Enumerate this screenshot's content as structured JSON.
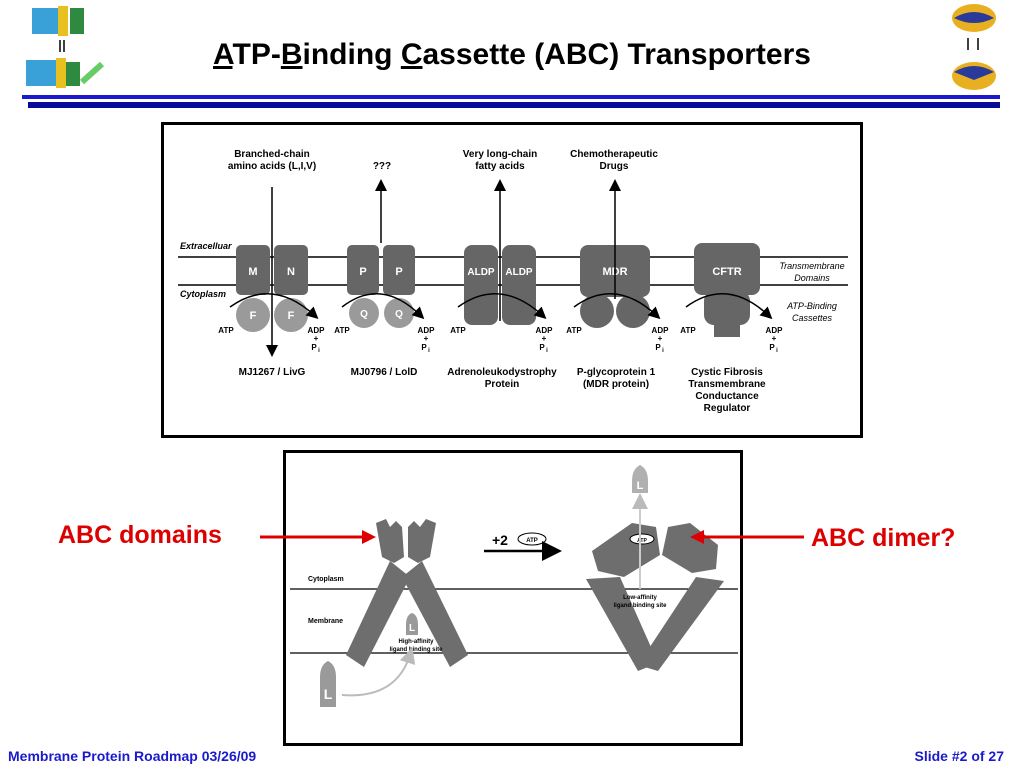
{
  "slide": {
    "title_a": "A",
    "title_tp": "TP-",
    "title_b": "B",
    "title_inding": "inding ",
    "title_c": "C",
    "title_rest": "assette (ABC) Transporters",
    "footer_left": "Membrane Protein Roadmap 03/26/09",
    "footer_right": "Slide #2 of 27",
    "callout_left": "ABC domains",
    "callout_right": "ABC dimer?"
  },
  "figure1": {
    "region_extracellular": "Extracelluar",
    "region_cytoplasm": "Cytoplasm",
    "label_tm": "Transmembrane",
    "label_domains": "Domains",
    "label_atpbinding": "ATP-Binding",
    "label_cassettes": "Cassettes",
    "atp": "ATP",
    "adp": "ADP",
    "plus": "+",
    "pi": "P",
    "pi_sub": "i",
    "transporters": [
      {
        "sub1": "Branched-chain",
        "sub2": "amino acids (L,I,V)",
        "tm": [
          "M",
          "N"
        ],
        "nbd": [
          "F",
          "F"
        ],
        "name1": "MJ1267 / LivG",
        "name2": "",
        "name3": "",
        "name4": ""
      },
      {
        "sub1": "",
        "sub2": "???",
        "tm": [
          "P",
          "P"
        ],
        "nbd": [
          "Q",
          "Q"
        ],
        "name1": "MJ0796 / LolD",
        "name2": "",
        "name3": "",
        "name4": ""
      },
      {
        "sub1": "Very long-chain",
        "sub2": "fatty acids",
        "tm": [
          "ALDP",
          "ALDP"
        ],
        "nbd": [
          "",
          ""
        ],
        "name1": "Adrenoleukodystrophy",
        "name2": "Protein",
        "name3": "",
        "name4": ""
      },
      {
        "sub1": "Chemotherapeutic",
        "sub2": "Drugs",
        "tm": [
          "MDR"
        ],
        "nbd": [
          "",
          ""
        ],
        "name1": "P-glycoprotein 1",
        "name2": "(MDR protein)",
        "name3": "",
        "name4": ""
      },
      {
        "sub1": "",
        "sub2": "",
        "tm": [
          "CFTR"
        ],
        "nbd": [
          ""
        ],
        "name1": "Cystic Fibrosis",
        "name2": "Transmembrane",
        "name3": "Conductance",
        "name4": "Regulator"
      }
    ]
  },
  "figure2": {
    "cytoplasm": "Cytoplasm",
    "membrane": "Membrane",
    "ligand": "L",
    "plus2": "+2",
    "atp": "ATP",
    "high1": "High-affinity",
    "high2": "ligand binding site",
    "low1": "Low-affinity",
    "low2": "ligand binding site"
  }
}
